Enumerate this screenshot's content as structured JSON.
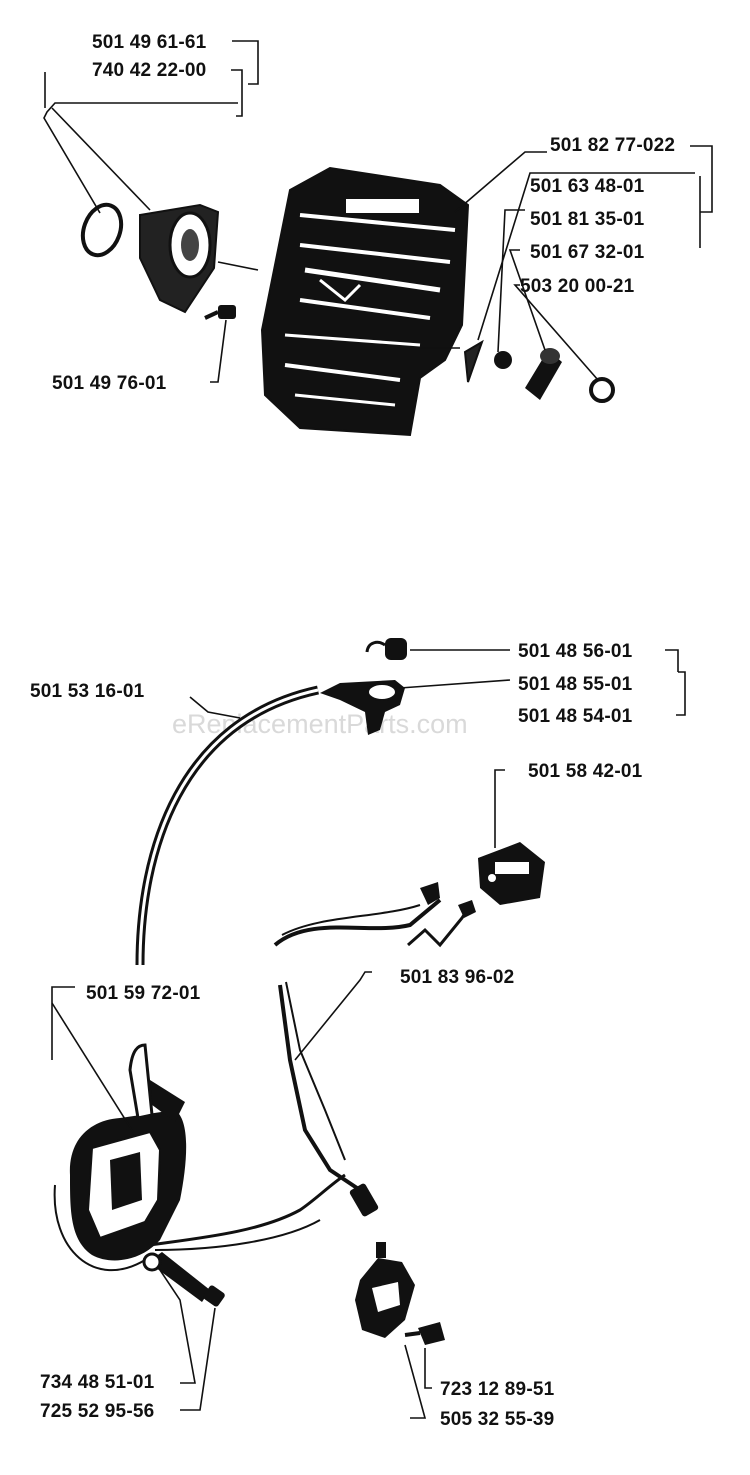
{
  "watermark": "eReplacementParts.com",
  "colors": {
    "ink": "#111111",
    "paper": "#ffffff",
    "watermark": "#d9d9d9"
  },
  "labels": {
    "p501_49_61_61": "501 49 61-61",
    "p740_42_22_00": "740 42 22-00",
    "p501_82_77_022": "501 82 77-022",
    "p501_63_48_01": "501 63 48-01",
    "p501_81_35_01": "501 81 35-01",
    "p501_67_32_01": "501 67 32-01",
    "p503_20_00_21": "503 20 00-21",
    "p501_49_76_01": "501 49 76-01",
    "p501_48_56_01": "501 48 56-01",
    "p501_48_55_01": "501 48 55-01",
    "p501_48_54_01": "501 48 54-01",
    "p501_53_16_01": "501 53 16-01",
    "p501_58_42_01": "501 58 42-01",
    "p501_59_72_01": "501 59 72-01",
    "p501_83_96_02": "501 83 96-02",
    "p734_48_51_01": "734 48 51-01",
    "p725_52_95_56": "725 52 95-56",
    "p723_12_89_51": "723 12 89-51",
    "p505_32_55_39": "505 32 55-39"
  }
}
